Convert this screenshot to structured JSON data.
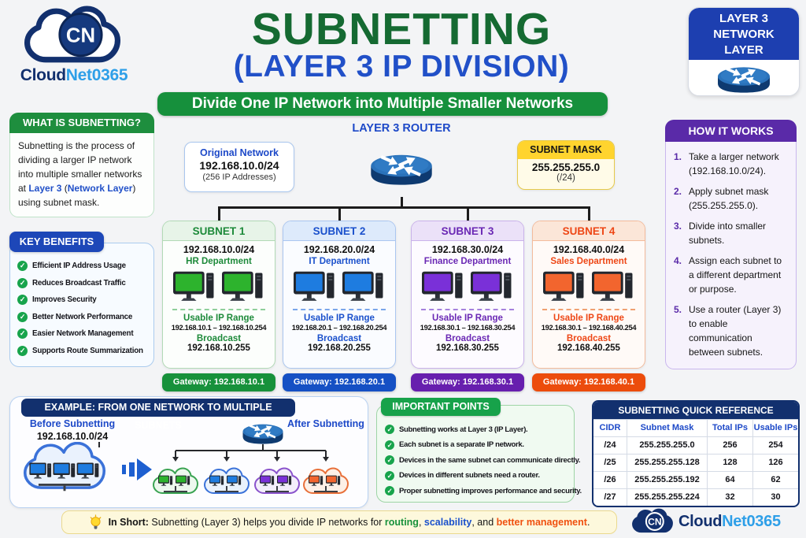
{
  "brand": {
    "initials": "CN",
    "cloud_word": "Cloud",
    "net_word": "Net0365"
  },
  "title": {
    "main": "SUBNETTING",
    "sub": "(LAYER 3 IP DIVISION)",
    "banner": "Divide One IP Network into Multiple Smaller Networks"
  },
  "layer_badge": {
    "lines": [
      "LAYER 3",
      "NETWORK",
      "LAYER"
    ]
  },
  "what_is": {
    "header": "WHAT IS SUBNETTING?",
    "body": [
      "Subnetting is the process of dividing a larger IP network into multiple smaller networks at ",
      "Layer 3",
      " (",
      "Network Layer",
      ") using subnet mask."
    ]
  },
  "key_benefits": {
    "header": "KEY BENEFITS",
    "items": [
      "Efficient IP Address Usage",
      "Reduces Broadcast Traffic",
      "Improves Security",
      "Better Network Performance",
      "Easier Network Management",
      "Supports Route Summarization"
    ]
  },
  "topology": {
    "router_label": "LAYER 3 ROUTER",
    "original_network": {
      "title": "Original Network",
      "ip": "192.168.10.0/24",
      "note": "(256 IP Addresses)"
    },
    "subnet_mask": {
      "title": "SUBNET MASK",
      "value": "255.255.255.0",
      "note": "(/24)"
    }
  },
  "subnet_labels": {
    "usable": "Usable IP Range",
    "broadcast": "Broadcast"
  },
  "subnets": [
    {
      "name": "SUBNET 1",
      "ip": "192.168.10.0/24",
      "department": "HR Department",
      "usable_range": "192.168.10.1 – 192.168.10.254",
      "broadcast": "192.168.10.255",
      "gateway": "Gateway: 192.168.10.1",
      "accent": "#17913b"
    },
    {
      "name": "SUBNET 2",
      "ip": "192.168.20.0/24",
      "department": "IT Department",
      "usable_range": "192.168.20.1 – 192.168.20.254",
      "broadcast": "192.168.20.255",
      "gateway": "Gateway: 192.168.20.1",
      "accent": "#1550c4"
    },
    {
      "name": "SUBNET 3",
      "ip": "192.168.30.0/24",
      "department": "Finance Department",
      "usable_range": "192.168.30.1 – 192.168.30.254",
      "broadcast": "192.168.30.255",
      "gateway": "Gateway: 192.168.30.1",
      "accent": "#671fae"
    },
    {
      "name": "SUBNET 4",
      "ip": "192.168.40.0/24",
      "department": "Sales Department",
      "usable_range": "192.168.30.1 – 192.168.40.254",
      "broadcast": "192.168.40.255",
      "gateway": "Gateway: 192.168.40.1",
      "accent": "#ec4c0c"
    }
  ],
  "how_it_works": {
    "header": "HOW IT WORKS",
    "steps": [
      {
        "n": "1.",
        "text": "Take a larger network (192.168.10.0/24)."
      },
      {
        "n": "2.",
        "text": "Apply subnet mask (255.255.255.0)."
      },
      {
        "n": "3.",
        "text": "Divide into smaller subnets."
      },
      {
        "n": "4.",
        "text": "Assign each subnet to a different department or purpose."
      },
      {
        "n": "5.",
        "text": "Use a router (Layer 3) to enable communication between subnets."
      }
    ]
  },
  "example": {
    "header": "EXAMPLE: FROM ONE NETWORK TO MULTIPLE SUBNETS",
    "before_label": "Before Subnetting",
    "before_ip": "192.168.10.0/24",
    "after_label": "After Subnetting"
  },
  "important_points": {
    "header": "IMPORTANT POINTS",
    "items": [
      "Subnetting works at Layer 3 (IP Layer).",
      "Each subnet is a separate IP network.",
      "Devices in the same subnet can communicate directly.",
      "Devices in different subnets need a router.",
      "Proper subnetting improves performance and security."
    ]
  },
  "quick_ref": {
    "header": "SUBNETTING QUICK REFERENCE",
    "columns": [
      "CIDR",
      "Subnet Mask",
      "Total IPs",
      "Usable IPs"
    ],
    "rows": [
      [
        "/24",
        "255.255.255.0",
        "256",
        "254"
      ],
      [
        "/25",
        "255.255.255.128",
        "128",
        "126"
      ],
      [
        "/26",
        "255.255.255.192",
        "64",
        "62"
      ],
      [
        "/27",
        "255.255.255.224",
        "32",
        "30"
      ]
    ]
  },
  "in_short": {
    "segments": [
      "In Short:",
      " Subnetting (Layer 3) helps you divide IP networks for ",
      "routing",
      ", ",
      "scalability",
      ", and ",
      "better management",
      "."
    ]
  },
  "colors": {
    "title_green": "#156a32",
    "title_blue": "#2150c8",
    "banner_green": "#16903c",
    "navy": "#12306e",
    "royal_blue": "#1d3fb0",
    "benefits_blue": "#1d47b8",
    "purple": "#5a2aa8",
    "yellow": "#ffd42e",
    "check_green": "#18a44c",
    "subnet_green": "#17913b",
    "subnet_blue": "#1550c4",
    "subnet_purple": "#671fae",
    "subnet_orange": "#ec4c0c",
    "routing_green": "#17913b",
    "scalability_blue": "#1b51cc",
    "management_orange": "#f0500f"
  }
}
